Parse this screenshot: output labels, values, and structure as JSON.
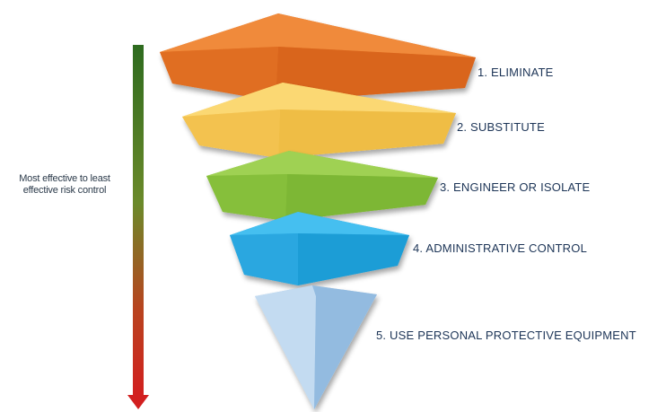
{
  "side_label": {
    "line1": "Most effective to least",
    "line2": "effective risk control"
  },
  "tiers": [
    {
      "label": "1. ELIMINATE",
      "color": "#e8772a"
    },
    {
      "label": "2. SUBSTITUTE",
      "color": "#f6c95a"
    },
    {
      "label": "3. ENGINEER OR ISOLATE",
      "color": "#8cc63f"
    },
    {
      "label": "4. ADMINISTRATIVE CONTROL",
      "color": "#2eaee6"
    },
    {
      "label": "5. USE PERSONAL PROTECTIVE EQUIPMENT",
      "color": "#a9cbe9"
    }
  ],
  "arrow": {
    "top_color": "#2e7d32",
    "bottom_color": "#d32f2f"
  }
}
